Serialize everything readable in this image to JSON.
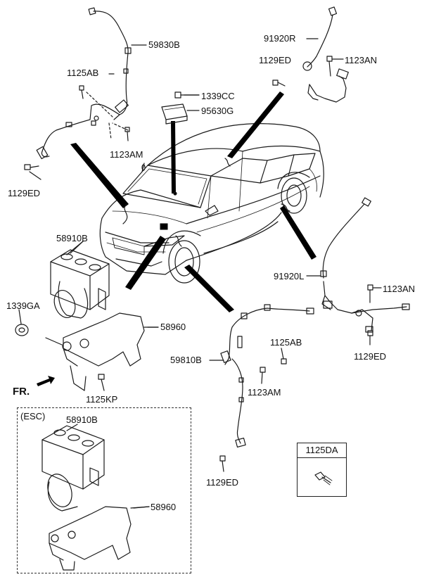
{
  "labels": {
    "p59830B": "59830B",
    "p1125AB_top": "1125AB",
    "p1123AM_top": "1123AM",
    "p1129ED_left": "1129ED",
    "p1339CC": "1339CC",
    "p95630G": "95630G",
    "p91920R": "91920R",
    "p1129ED_topright": "1129ED",
    "p1123AN_top": "1123AN",
    "p58910B": "58910B",
    "p1339GA": "1339GA",
    "p58960": "58960",
    "p1125KP": "1125KP",
    "p91920L": "91920L",
    "p1123AN_right": "1123AN",
    "p1129ED_right": "1129ED",
    "p1125AB_mid": "1125AB",
    "p59810B": "59810B",
    "p1123AM_mid": "1123AM",
    "p1129ED_bottom": "1129ED",
    "fr": "FR.",
    "esc_title": "(ESC)",
    "esc_58910B": "58910B",
    "esc_58960": "58960",
    "p1125DA": "1125DA"
  },
  "colors": {
    "line": "#1a1a1a",
    "background": "#ffffff"
  }
}
